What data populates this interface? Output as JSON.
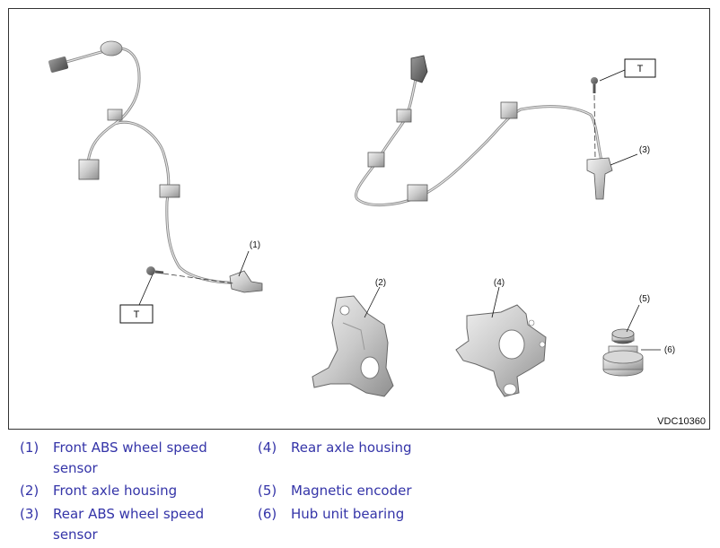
{
  "figure_code": "VDC10360",
  "callouts": {
    "c1": "(1)",
    "c2": "(2)",
    "c3": "(3)",
    "c4": "(4)",
    "c5": "(5)",
    "c6": "(6)",
    "t_left": "T",
    "t_right": "T"
  },
  "legend": [
    {
      "num": "(1)",
      "text": "Front ABS wheel speed sensor"
    },
    {
      "num": "(2)",
      "text": "Front axle housing"
    },
    {
      "num": "(3)",
      "text": "Rear ABS wheel speed sensor"
    },
    {
      "num": "(4)",
      "text": "Rear axle housing"
    },
    {
      "num": "(5)",
      "text": "Magnetic encoder"
    },
    {
      "num": "(6)",
      "text": "Hub unit bearing"
    }
  ]
}
